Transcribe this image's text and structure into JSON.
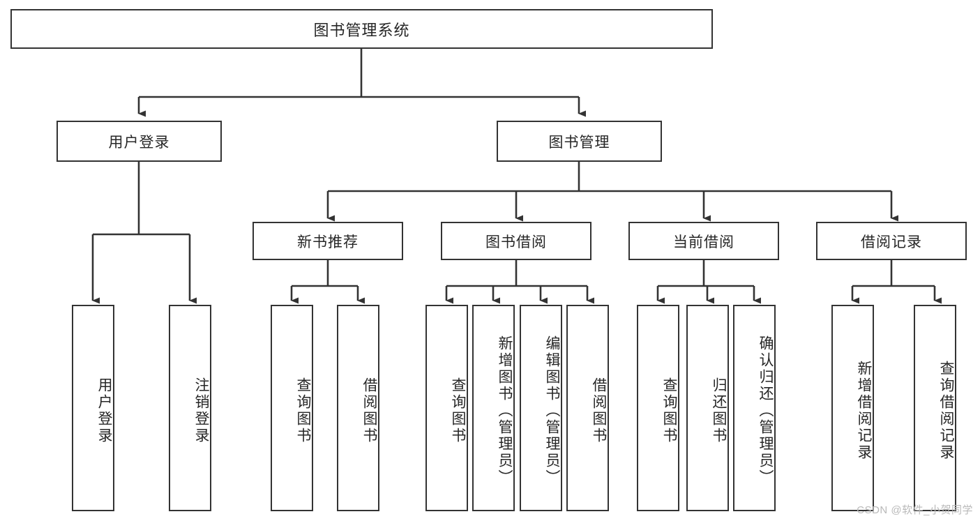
{
  "diagram": {
    "type": "tree-hierarchy-chart",
    "title": "图书管理系统",
    "colors": {
      "box_border": "#333333",
      "box_fill": "#ffffff",
      "line": "#333333",
      "text": "#262626",
      "watermark": "#b9b9b9",
      "background": "#ffffff"
    },
    "levels": {
      "root": {
        "label": "图书管理系统"
      },
      "level1": [
        {
          "id": "user-login",
          "label": "用户登录"
        },
        {
          "id": "book-management",
          "label": "图书管理"
        }
      ],
      "level2": [
        {
          "id": "new-book-recommend",
          "label": "新书推荐",
          "parent": "book-management"
        },
        {
          "id": "book-borrow",
          "label": "图书借阅",
          "parent": "book-management"
        },
        {
          "id": "current-borrow",
          "label": "当前借阅",
          "parent": "book-management"
        },
        {
          "id": "borrow-record",
          "label": "借阅记录",
          "parent": "book-management"
        }
      ],
      "leaves": [
        {
          "id": "leaf-user-login",
          "label": "用户登录",
          "parent": "user-login"
        },
        {
          "id": "leaf-user-logout",
          "label": "注销登录",
          "parent": "user-login"
        },
        {
          "id": "leaf-query-book-1",
          "label": "查询图书",
          "parent": "new-book-recommend"
        },
        {
          "id": "leaf-borrow-book-1",
          "label": "借阅图书",
          "parent": "new-book-recommend"
        },
        {
          "id": "leaf-query-book-2",
          "label": "查询图书",
          "parent": "book-borrow"
        },
        {
          "id": "leaf-add-book",
          "label": "新增图书（管理员）",
          "parent": "book-borrow"
        },
        {
          "id": "leaf-edit-book",
          "label": "编辑图书（管理员）",
          "parent": "book-borrow"
        },
        {
          "id": "leaf-borrow-book-2",
          "label": "借阅图书",
          "parent": "book-borrow"
        },
        {
          "id": "leaf-query-book-3",
          "label": "查询图书",
          "parent": "current-borrow"
        },
        {
          "id": "leaf-return-book",
          "label": "归还图书",
          "parent": "current-borrow"
        },
        {
          "id": "leaf-confirm-return",
          "label": "确认归还（管理员）",
          "parent": "current-borrow"
        },
        {
          "id": "leaf-add-record",
          "label": "新增借阅记录",
          "parent": "borrow-record"
        },
        {
          "id": "leaf-query-record",
          "label": "查询借阅记录",
          "parent": "borrow-record"
        }
      ]
    },
    "watermark": "CSDN @软件_小贺同学"
  }
}
